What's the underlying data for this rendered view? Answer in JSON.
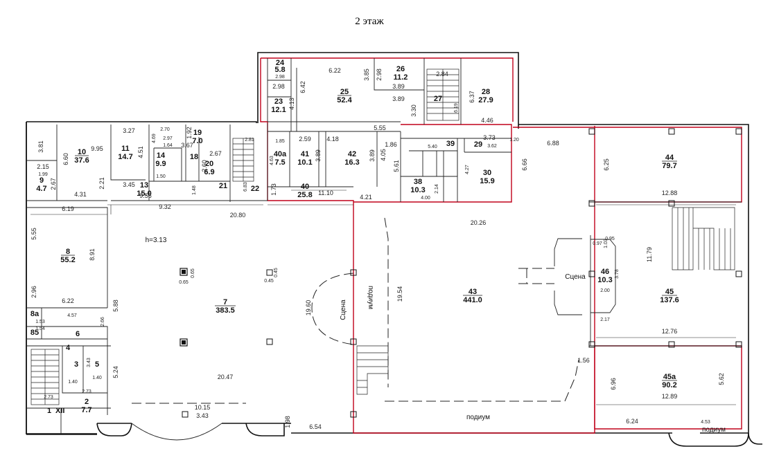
{
  "title": "2 этаж",
  "rooms": [
    {
      "id": "r1",
      "num": "1",
      "area": "XII"
    },
    {
      "id": "r2",
      "num": "2",
      "area": "7.7"
    },
    {
      "id": "r3",
      "num": "3",
      "area": ""
    },
    {
      "id": "r4",
      "num": "4",
      "area": ""
    },
    {
      "id": "r5",
      "num": "5",
      "area": ""
    },
    {
      "id": "r6",
      "num": "6",
      "area": ""
    },
    {
      "id": "r7",
      "num": "7",
      "area": "383.5"
    },
    {
      "id": "r8",
      "num": "8",
      "area": "55.2"
    },
    {
      "id": "r8a",
      "num": "8а",
      "area": "85"
    },
    {
      "id": "r9",
      "num": "9",
      "area": "4.7"
    },
    {
      "id": "r10",
      "num": "10",
      "area": "37.6"
    },
    {
      "id": "r11",
      "num": "11",
      "area": "14.7"
    },
    {
      "id": "r13",
      "num": "13",
      "area": "15.0"
    },
    {
      "id": "r14",
      "num": "14",
      "area": "9.9"
    },
    {
      "id": "r18",
      "num": "18",
      "area": ""
    },
    {
      "id": "r19",
      "num": "19",
      "area": "7.0"
    },
    {
      "id": "r20",
      "num": "20",
      "area": "6.9"
    },
    {
      "id": "r21",
      "num": "21",
      "area": ""
    },
    {
      "id": "r22",
      "num": "22",
      "area": ""
    },
    {
      "id": "r23",
      "num": "23",
      "area": "12.1"
    },
    {
      "id": "r24",
      "num": "24",
      "area": "5.8"
    },
    {
      "id": "r25",
      "num": "25",
      "area": "52.4"
    },
    {
      "id": "r26",
      "num": "26",
      "area": "11.2"
    },
    {
      "id": "r27",
      "num": "27",
      "area": ""
    },
    {
      "id": "r28",
      "num": "28",
      "area": "27.9"
    },
    {
      "id": "r29",
      "num": "29",
      "area": ""
    },
    {
      "id": "r30",
      "num": "30",
      "area": "15.9"
    },
    {
      "id": "r38",
      "num": "38",
      "area": "10.3"
    },
    {
      "id": "r39",
      "num": "39",
      "area": ""
    },
    {
      "id": "r40",
      "num": "40",
      "area": "25.8"
    },
    {
      "id": "r40a",
      "num": "40а",
      "area": "7.5"
    },
    {
      "id": "r41",
      "num": "41",
      "area": "10.1"
    },
    {
      "id": "r42",
      "num": "42",
      "area": "16.3"
    },
    {
      "id": "r43",
      "num": "43",
      "area": "441.0"
    },
    {
      "id": "r44",
      "num": "44",
      "area": "79.7"
    },
    {
      "id": "r45",
      "num": "45",
      "area": "137.6"
    },
    {
      "id": "r45a",
      "num": "45а",
      "area": "90.2"
    },
    {
      "id": "r46",
      "num": "46",
      "area": "10.3"
    }
  ],
  "labels": {
    "height": "h=3.13",
    "stage1": "Сцена",
    "stage2": "Сцена",
    "podium1": "подиум",
    "podium2": "подиум",
    "podium3": "подиум"
  },
  "dims": {
    "d1": "3.27",
    "d2": "9.95",
    "d3": "3.81",
    "d4": "6.60",
    "d5": "4.51",
    "d6": "2.15",
    "d7": "1.99",
    "d8": "2.67",
    "d9": "4.31",
    "d10": "2.21",
    "d11": "3.45",
    "d12": "9.56",
    "d13": "9.32",
    "d14": "6.19",
    "d15": "5.55",
    "d16": "8.91",
    "d17": "2.96",
    "d18": "6.22",
    "d19": "5.88",
    "d20": "4.57",
    "d21": "1.53",
    "d22": "1.54",
    "d23": "2.66",
    "d24": "3.43",
    "d25": "1.40",
    "d26": "1.40",
    "d27": "2.73",
    "d28": "2.73",
    "d29": "5.24",
    "d30": "20.47",
    "d31": "10.15",
    "d32": "3.43",
    "d33": "1.98",
    "d34": "6.54",
    "d35": "19.60",
    "d36": "19.54",
    "d37": "20.26",
    "d38": "20.80",
    "d39": "4.21",
    "d40": "11.10",
    "d41": "1.73",
    "d42": "5.61",
    "d43": "4.05",
    "d44": "1.86",
    "d45": "5.55",
    "d46": "4.18",
    "d47": "2.59",
    "d48": "3.89",
    "d49": "3.89",
    "d50": "1.85",
    "d51": "4.63",
    "d52": "6.22",
    "d53": "6.42",
    "d54": "4.13",
    "d55": "2.98",
    "d56": "2.98",
    "d57": "3.85",
    "d58": "2.98",
    "d59": "3.89",
    "d60": "3.89",
    "d61": "3.30",
    "d62": "2.84",
    "d63": "6.19",
    "d64": "6.37",
    "d65": "4.46",
    "d66": "5.40",
    "d67": "3.73",
    "d68": "3.62",
    "d69": "4.27",
    "d70": "2.14",
    "d71": "4.00",
    "d72": "6.66",
    "d73": "6.88",
    "d74": "6.25",
    "d75": "12.88",
    "d76": "11.79",
    "d77": "12.76",
    "d78": "6.96",
    "d79": "5.62",
    "d80": "12.89",
    "d81": "6.24",
    "d82": "4.53",
    "d83": "1.56",
    "d84": "2.17",
    "d85": "2.00",
    "d86": "3.78",
    "d87": "0.65",
    "d88": "0.65",
    "d89": "0.45",
    "d90": "0.45",
    "d91": "2.70",
    "d92": "2.97",
    "d93": "1.92",
    "d94": "3.67",
    "d95": "2.67",
    "d96": "2.60",
    "d97": "1.64",
    "d98": "1.50",
    "d99": "4.69",
    "d100": "1.48",
    "d101": "2.81",
    "d102": "6.83",
    "d103": "1.20",
    "d104": "0.95",
    "d105": "1.03",
    "d106": "0.97"
  }
}
